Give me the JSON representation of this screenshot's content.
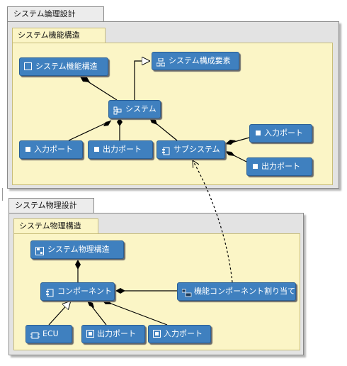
{
  "logical": {
    "title": "システム論理設計",
    "sub_title": "システム機能構造",
    "nodes": {
      "func_struct": "システム機能構造",
      "sys_elem": "システム構成要素",
      "system": "システム",
      "inport": "入力ポート",
      "outport": "出力ポート",
      "subsystem": "サブシステム",
      "sub_inport": "入力ポート",
      "sub_outport": "出力ポート"
    }
  },
  "physical": {
    "title": "システム物理設計",
    "sub_title": "システム物理構造",
    "nodes": {
      "phys_struct": "システム物理構造",
      "component": "コンポーネント",
      "func_assign": "機能コンポーネント割り当て",
      "ecu": "ECU",
      "outport": "出力ポート",
      "inport": "入力ポート"
    }
  },
  "colors": {
    "node_fill": "#3f80bf",
    "package_fill": "#e3e3e3",
    "subpackage_fill": "#fbf5c6"
  }
}
